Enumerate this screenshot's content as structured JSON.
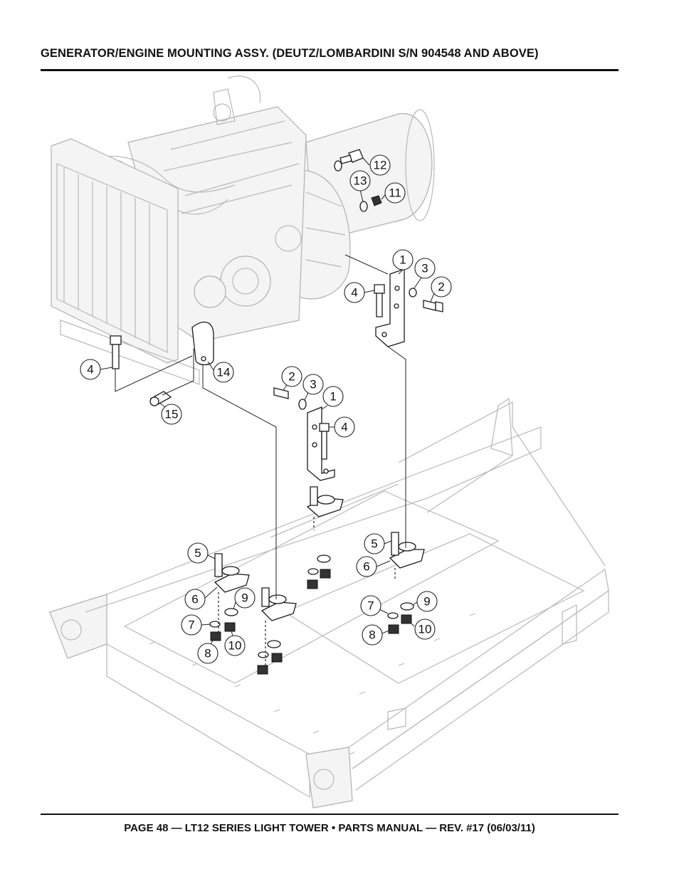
{
  "header": {
    "title": "GENERATOR/ENGINE MOUNTING ASSY. (DEUTZ/LOMBARDINI S/N 904548 AND ABOVE)"
  },
  "footer": {
    "text": "PAGE 48 — LT12 SERIES LIGHT TOWER • PARTS MANUAL — REV. #17 (06/03/11)"
  },
  "callouts": [
    {
      "id": "c12",
      "label": "12"
    },
    {
      "id": "c13",
      "label": "13"
    },
    {
      "id": "c11",
      "label": "11"
    },
    {
      "id": "c1a",
      "label": "1"
    },
    {
      "id": "c3a",
      "label": "3"
    },
    {
      "id": "c2a",
      "label": "2"
    },
    {
      "id": "c4a",
      "label": "4"
    },
    {
      "id": "c4b",
      "label": "4"
    },
    {
      "id": "c14",
      "label": "14"
    },
    {
      "id": "c15",
      "label": "15"
    },
    {
      "id": "c2b",
      "label": "2"
    },
    {
      "id": "c3b",
      "label": "3"
    },
    {
      "id": "c1b",
      "label": "1"
    },
    {
      "id": "c4c",
      "label": "4"
    },
    {
      "id": "c5a",
      "label": "5"
    },
    {
      "id": "c6a",
      "label": "6"
    },
    {
      "id": "c5b",
      "label": "5"
    },
    {
      "id": "c6b",
      "label": "6"
    },
    {
      "id": "c9a",
      "label": "9"
    },
    {
      "id": "c7a",
      "label": "7"
    },
    {
      "id": "c8a",
      "label": "8"
    },
    {
      "id": "c10a",
      "label": "10"
    },
    {
      "id": "c7b",
      "label": "7"
    },
    {
      "id": "c9b",
      "label": "9"
    },
    {
      "id": "c8b",
      "label": "8"
    },
    {
      "id": "c10b",
      "label": "10"
    }
  ]
}
